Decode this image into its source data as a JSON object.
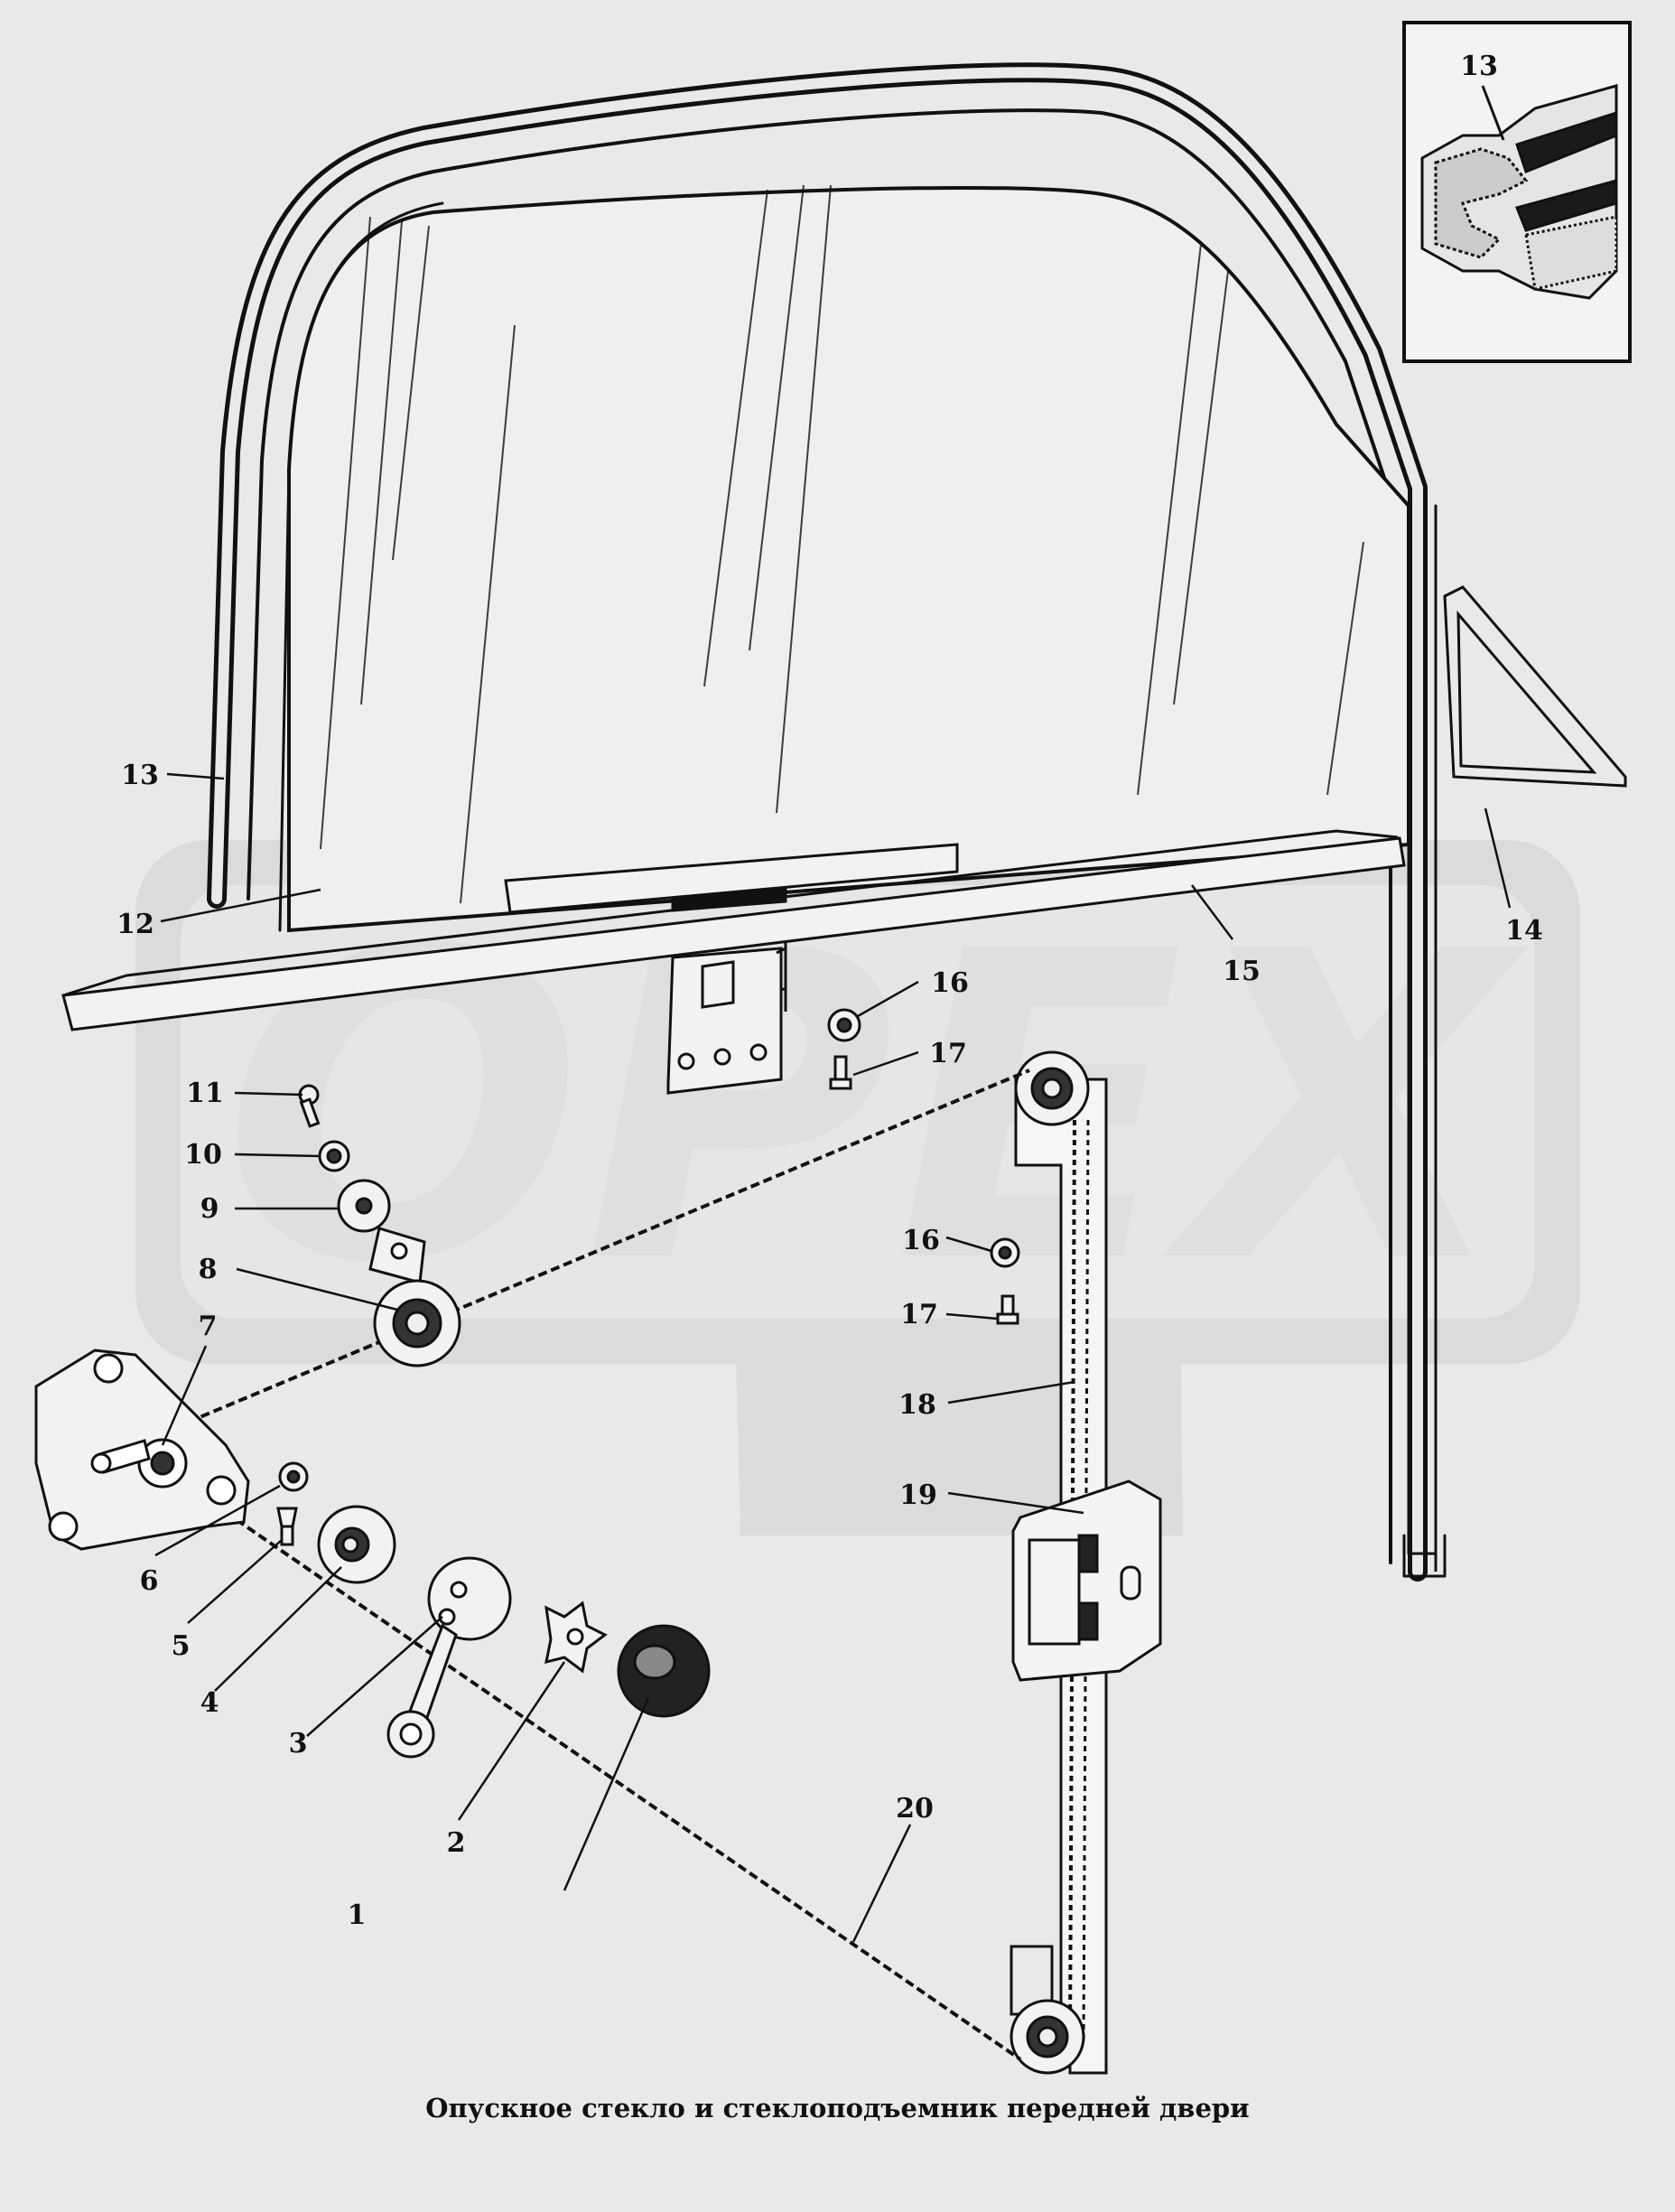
{
  "caption": "Опускное стекло и стеклоподъемник передней двери",
  "watermark": {
    "text": "OPEX",
    "color": "#cfcfcf"
  },
  "inset": {
    "label": "13"
  },
  "callouts": {
    "c1": "1",
    "c2": "2",
    "c3": "3",
    "c4": "4",
    "c5": "5",
    "c6": "6",
    "c7": "7",
    "c8": "8",
    "c9": "9",
    "c10": "10",
    "c11": "11",
    "c12": "12",
    "c13": "13",
    "c14": "14",
    "c15": "15",
    "c16a": "16",
    "c16b": "16",
    "c17a": "17",
    "c17b": "17",
    "c18": "18",
    "c19": "19",
    "c20": "20"
  },
  "colors": {
    "ink": "#111111",
    "paper": "#e9e9e9",
    "seal": "#1a1a1a"
  }
}
